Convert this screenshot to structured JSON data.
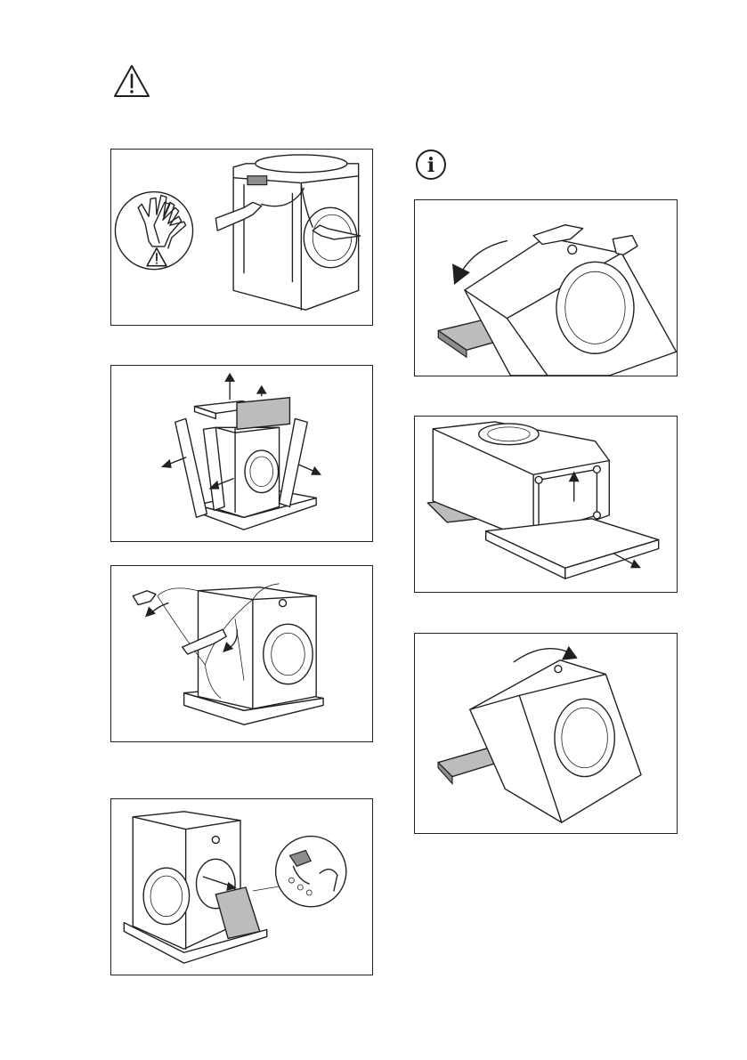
{
  "icons": {
    "warning": "warning-triangle-icon",
    "info": "info-circle-icon"
  },
  "info_symbol": "i",
  "figures": [
    {
      "id": "remove-wrapping-with-gloves"
    },
    {
      "id": "lift-top-and-remove-corner-posts"
    },
    {
      "id": "remove-plastic-bag"
    },
    {
      "id": "open-door-remove-accessories"
    },
    {
      "id": "tilt-back-onto-polystyrene"
    },
    {
      "id": "remove-base-packaging"
    },
    {
      "id": "return-to-upright"
    }
  ]
}
